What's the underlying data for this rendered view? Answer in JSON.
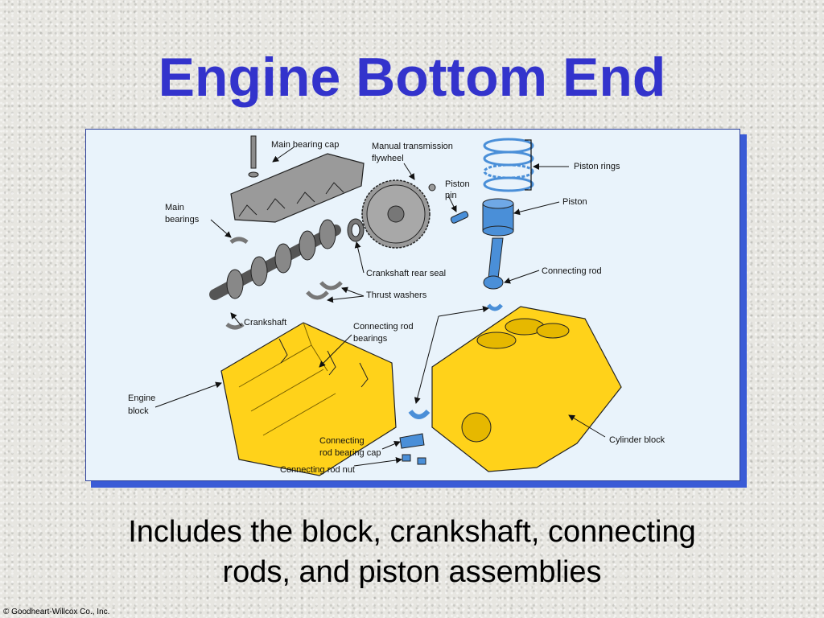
{
  "slide": {
    "title": "Engine Bottom End",
    "caption_line1": "Includes the block, crankshaft, connecting",
    "caption_line2": "rods, and piston assemblies",
    "copyright": "© Goodheart-Willcox Co., Inc."
  },
  "diagram": {
    "labels": {
      "main_bearing_cap": "Main bearing cap",
      "manual_transmission_flywheel_1": "Manual transmission",
      "manual_transmission_flywheel_2": "flywheel",
      "piston_pin_1": "Piston",
      "piston_pin_2": "pin",
      "piston_rings": "Piston rings",
      "piston": "Piston",
      "main_bearings_1": "Main",
      "main_bearings_2": "bearings",
      "crankshaft_rear_seal": "Crankshaft rear seal",
      "connecting_rod": "Connecting rod",
      "thrust_washers": "Thrust washers",
      "crankshaft": "Crankshaft",
      "connecting_rod_bearings_1": "Connecting rod",
      "connecting_rod_bearings_2": "bearings",
      "engine_block_1": "Engine",
      "engine_block_2": "block",
      "cylinder_block": "Cylinder block",
      "connecting_rod_bearing_cap_1": "Connecting",
      "connecting_rod_bearing_cap_2": "rod bearing cap",
      "connecting_rod_nut": "Connecting rod nut"
    },
    "colors": {
      "block_yellow": "#ffd21a",
      "part_blue": "#4a8fd8",
      "part_gray": "#9a9a9a",
      "background": "#e9f3fb"
    }
  }
}
